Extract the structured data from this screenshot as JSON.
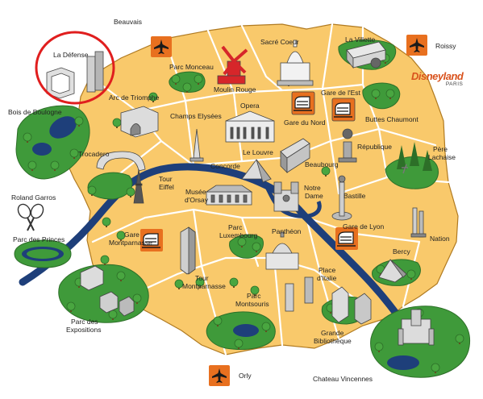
{
  "map": {
    "colors": {
      "land": "#f9c96b",
      "land_stroke": "#b07a21",
      "street": "#ffffff",
      "river": "#1e3f7a",
      "park": "#3f9a3a",
      "park_dark": "#2d6f28",
      "tree": "#49a640",
      "airport_bg": "#e8701f",
      "station_bg": "#e8701f",
      "highlight_circle": "#e01e1e"
    },
    "labels": {
      "la_defense": "La Défense",
      "beauvais": "Beauvais",
      "sacre_coeur": "Sacré Coeur",
      "la_villette": "La Villette",
      "roissy": "Roissy",
      "parc_monceau": "Parc Monceau",
      "moulin_rouge": "Moulin Rouge",
      "gare_de_lest": "Gare de l'Est",
      "arc_de_triomphe": "Arc de Triomphe",
      "opera": "Opera",
      "gare_du_nord": "Gare du Nord",
      "buttes_chaumont": "Buttes Chaumont",
      "bois_de_boulogne": "Bois de Boulogne",
      "champs_elysees": "Champs Elysées",
      "trocadero": "Trocadero",
      "le_louvre": "Le Louvre",
      "beaubourg": "Beaubourg",
      "republique": "République",
      "pere_lachaise_1": "Père",
      "pere_lachaise_2": "Lachaise",
      "concorde": "Concorde",
      "tour_eiffel_1": "Tour",
      "tour_eiffel_2": "Eiffel",
      "musee_dorsay_1": "Musée",
      "musee_dorsay_2": "d'Orsay",
      "notre_dame_1": "Notre",
      "notre_dame_2": "Dame",
      "bastille": "Bastille",
      "roland_garros": "Roland Garros",
      "parc_des_princes": "Parc des Princes",
      "gare_montparnasse_1": "Gare",
      "gare_montparnasse_2": "Montparnasse",
      "parc_luxembourg_1": "Parc",
      "parc_luxembourg_2": "Luxembourg",
      "pantheon": "Panthéon",
      "gare_de_lyon": "Gare de Lyon",
      "nation": "Nation",
      "bercy": "Bercy",
      "tour_montparnasse_1": "Tour",
      "tour_montparnasse_2": "Montparnasse",
      "place_ditalie_1": "Place",
      "place_ditalie_2": "d'Italie",
      "parc_des_expositions_1": "Parc des",
      "parc_des_expositions_2": "Expositions",
      "parc_montsouris_1": "Parc",
      "parc_montsouris_2": "Montsouris",
      "grande_bibliotheque_1": "Grande",
      "grande_bibliotheque_2": "Bibliothèque",
      "orly": "Orly",
      "chateau_vincennes": "Chateau Vincennes",
      "disneyland": "Disneyland",
      "disneyland_sub": "PARIS"
    },
    "icons": {
      "airport": "airplane-icon",
      "station": "train-icon",
      "tree": "tree-icon",
      "tennis": "tennis-rackets-icon",
      "windmill": "windmill-icon"
    }
  }
}
